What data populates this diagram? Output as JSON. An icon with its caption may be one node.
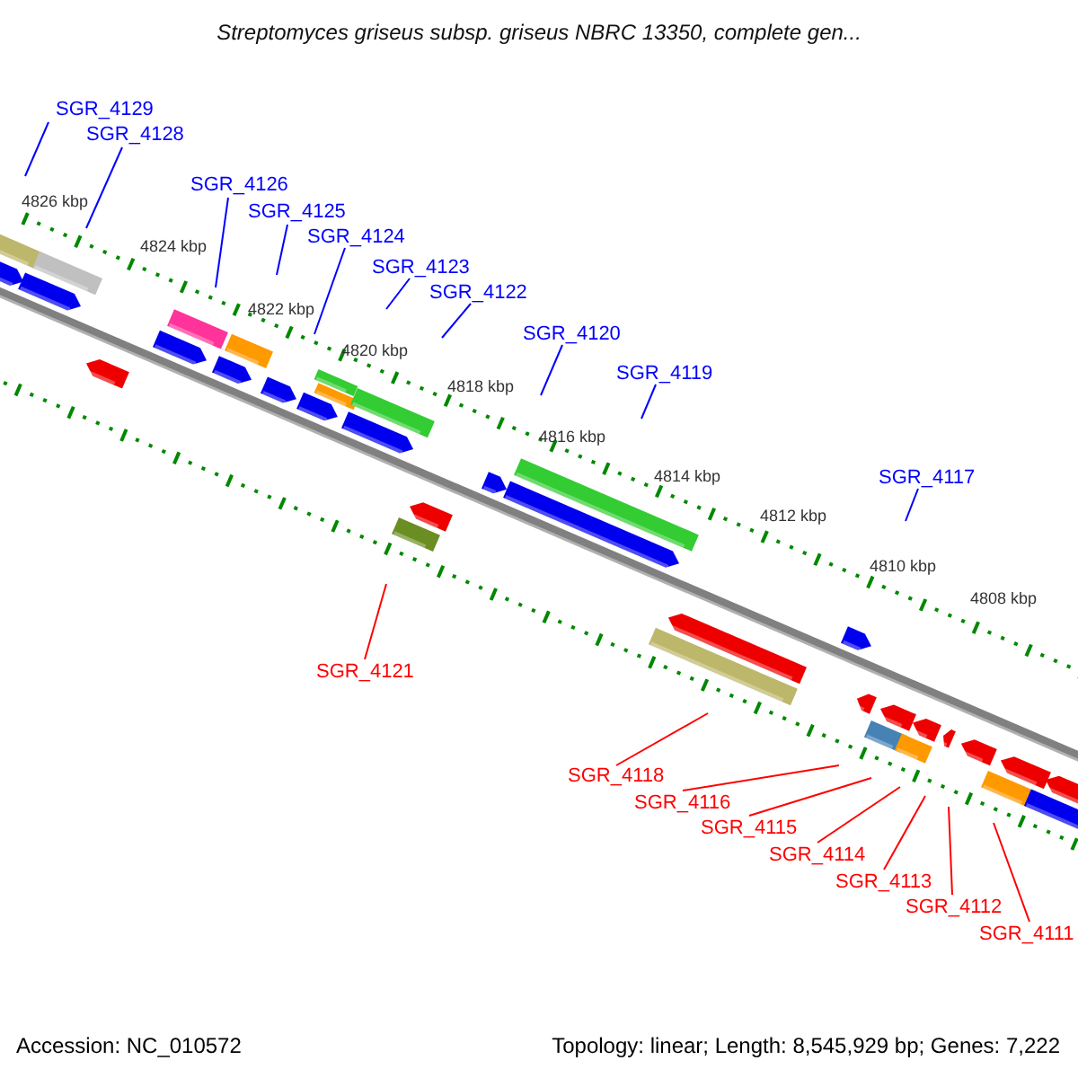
{
  "diagram": {
    "title": "Streptomyces griseus subsp. griseus NBRC 13350, complete gen...",
    "nodes": [
      {
        "text": [
          "SGR_4129"
        ]
      },
      {
        "text": [
          "SGR_4128"
        ]
      },
      {
        "text": [
          "SGR_4126"
        ]
      },
      {
        "text": [
          "SGR_4125"
        ]
      },
      {
        "text": [
          "SGR_4124"
        ]
      },
      {
        "text": [
          "SGR_4123"
        ]
      },
      {
        "text": [
          "SGR_4122"
        ]
      },
      {
        "text": [
          "SGR_4120"
        ]
      },
      {
        "text": [
          "SGR_4119"
        ]
      },
      {
        "text": [
          "SGR_4117"
        ]
      },
      {
        "text": [
          "SGR_4121"
        ]
      },
      {
        "text": [
          "SGR_4118"
        ]
      },
      {
        "text": [
          "SGR_4116"
        ]
      },
      {
        "text": [
          "SGR_4115"
        ]
      },
      {
        "text": [
          "SGR_4114"
        ]
      },
      {
        "text": [
          "SGR_4113"
        ]
      },
      {
        "text": [
          "SGR_4112"
        ]
      },
      {
        "text": [
          "SGR_4111"
        ]
      }
    ],
    "edges": [
      {
        "from": 0,
        "to": null,
        "arrow": "none"
      },
      {
        "from": 1,
        "to": null,
        "arrow": "none"
      },
      {
        "from": 2,
        "to": null,
        "arrow": "none"
      },
      {
        "from": 3,
        "to": null,
        "arrow": "none"
      },
      {
        "from": 4,
        "to": null,
        "arrow": "none"
      },
      {
        "from": 5,
        "to": null,
        "arrow": "none"
      },
      {
        "from": 6,
        "to": null,
        "arrow": "none"
      },
      {
        "from": 7,
        "to": null,
        "arrow": "none"
      },
      {
        "from": 8,
        "to": null,
        "arrow": "none"
      },
      {
        "from": 9,
        "to": null,
        "arrow": "none"
      },
      {
        "from": 10,
        "to": null,
        "arrow": "none",
        "color": "#ff0000"
      },
      {
        "from": 11,
        "to": null,
        "arrow": "none",
        "color": "#ff0000"
      },
      {
        "from": 12,
        "to": null,
        "arrow": "none",
        "color": "#ff0000"
      },
      {
        "from": 13,
        "to": null,
        "arrow": "none",
        "color": "#ff0000"
      },
      {
        "from": 14,
        "to": null,
        "arrow": "none",
        "color": "#ff0000"
      },
      {
        "from": 15,
        "to": null,
        "arrow": "none",
        "color": "#ff0000"
      },
      {
        "from": 16,
        "to": null,
        "arrow": "none",
        "color": "#ff0000"
      },
      {
        "from": 17,
        "to": null,
        "arrow": "none",
        "color": "#ff0000"
      }
    ],
    "labels": [
      "4826 kbp",
      "4824 kbp",
      "4822 kbp",
      "4820 kbp",
      "4818 kbp",
      "4816 kbp",
      "4814 kbp",
      "4812 kbp",
      "4810 kbp",
      "4808 kbp",
      "Accession: NC_010572",
      "Topology: linear; Length: 8,545,929 bp; Genes: 7,222"
    ]
  }
}
